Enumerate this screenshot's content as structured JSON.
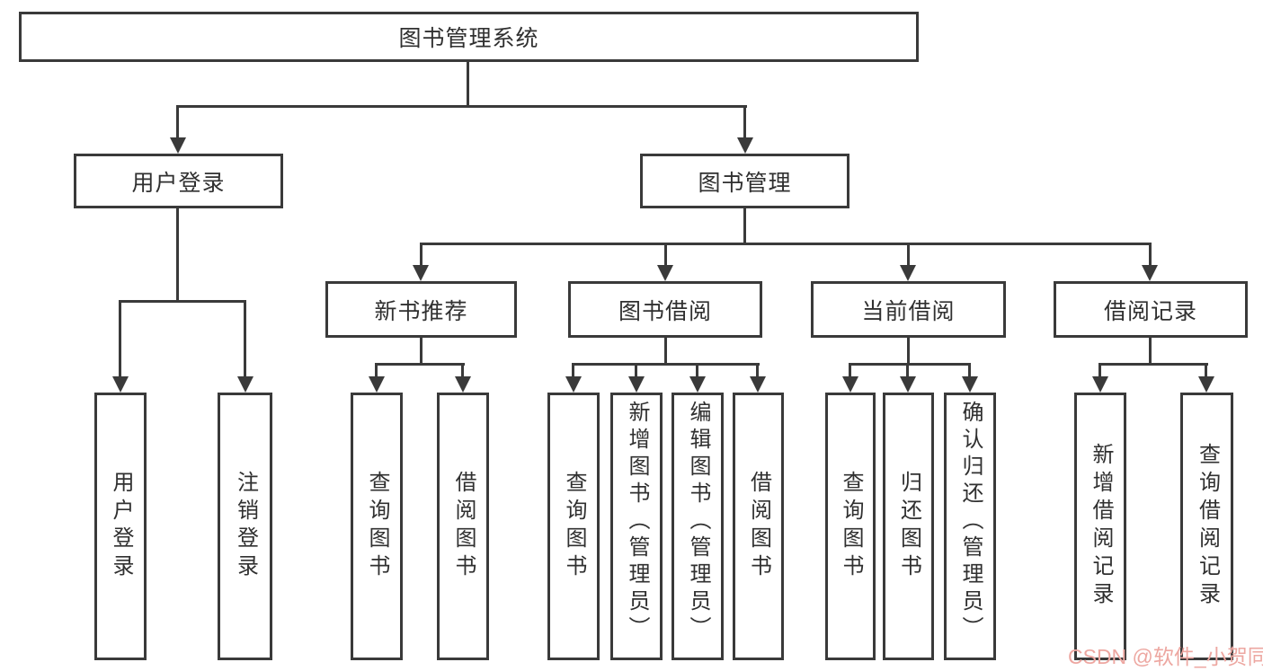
{
  "colors": {
    "line": "#3a3a3a",
    "text": "#303030",
    "background": "#ffffff",
    "watermark": "#eda7a1"
  },
  "watermark": {
    "text": "CSDN @软件_小贺同学"
  },
  "tree": {
    "root": "图书管理系统",
    "children": [
      {
        "label": "用户登录",
        "leaves": [
          "用户登录",
          "注销登录"
        ]
      },
      {
        "label": "图书管理",
        "children": [
          {
            "label": "新书推荐",
            "leaves": [
              "查询图书",
              "借阅图书"
            ]
          },
          {
            "label": "图书借阅",
            "leaves": [
              "查询图书",
              "新增图书（管理员）",
              "编辑图书（管理员）",
              "借阅图书"
            ]
          },
          {
            "label": "当前借阅",
            "leaves": [
              "查询图书",
              "归还图书",
              "确认归还（管理员）"
            ]
          },
          {
            "label": "借阅记录",
            "leaves": [
              "新增借阅记录",
              "查询借阅记录"
            ]
          }
        ]
      }
    ]
  }
}
